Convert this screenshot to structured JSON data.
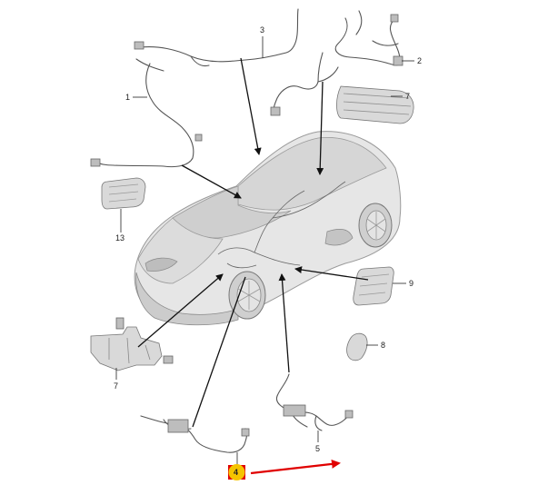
{
  "parts": [
    {
      "id": "1",
      "label": "1"
    },
    {
      "id": "2",
      "label": "2"
    },
    {
      "id": "3",
      "label": "3"
    },
    {
      "id": "4",
      "label": "4"
    },
    {
      "id": "5",
      "label": "5"
    },
    {
      "id": "7a",
      "label": "7"
    },
    {
      "id": "7b",
      "label": "7"
    },
    {
      "id": "8",
      "label": "8"
    },
    {
      "id": "9",
      "label": "9"
    },
    {
      "id": "13",
      "label": "13"
    }
  ],
  "highlight": {
    "label": "4",
    "box_color": "#e00000",
    "fill_color": "#f5c400",
    "arrow_color": "#e00000"
  },
  "colors": {
    "car_body": "#e6e6e6",
    "car_outline": "#9a9a9a",
    "line": "#222222"
  }
}
